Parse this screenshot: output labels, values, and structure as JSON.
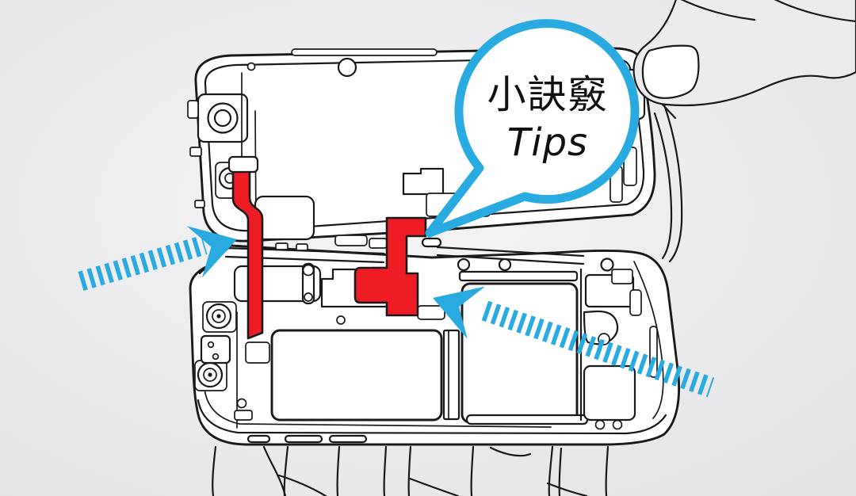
{
  "illustration": {
    "title_bubble": {
      "line1": "小訣竅",
      "line2": "Tips"
    },
    "colors": {
      "accent": "#29ABE2",
      "highlight": "#ED1C24",
      "outline": "#1A1A1A",
      "device_fill": "#FFFFFF",
      "hand_fill": "#ECECEE",
      "bg_center": "#F5F5F6",
      "bg_edge": "#E3E3E6"
    },
    "elements": {
      "bubble": "speech-bubble",
      "arrow_left": "striped-arrow-pointing-right",
      "arrow_right": "striped-arrow-pointing-left",
      "highlight_left": "ribbon-cable-left-red",
      "highlight_right": "ribbon-cable-right-red",
      "device": "opened-smartphone-internals",
      "hand": "hand-holding-device"
    }
  }
}
